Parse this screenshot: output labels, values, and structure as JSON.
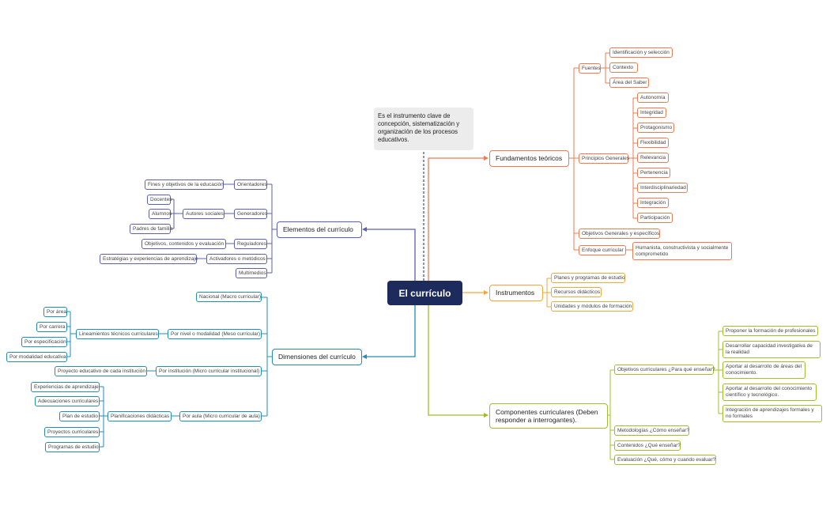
{
  "central": {
    "title": "El currículo"
  },
  "note": {
    "text": "Es el instrumento clave de concepción, sistematización y organización de los procesos educativos."
  },
  "colors": {
    "fundamentos": "#ee7a50",
    "instrumentos": "#f4a639",
    "componentes": "#9fbf2a",
    "elementos": "#5b5fb5",
    "dimensiones": "#1f8fb5",
    "root": "#1d2a5c"
  },
  "fundamentos": {
    "title": "Fundamentos teóricos",
    "fuentes": {
      "label": "Fuentes",
      "items": [
        "Identificación y selección",
        "Contexto",
        "Área del Saber"
      ]
    },
    "principios": {
      "label": "Principios Generales",
      "items": [
        "Autonomía",
        "Integridad",
        "Protagonismo",
        "Flexibilidad",
        "Relevancia",
        "Pertenencia",
        "Interdisciplinariedad",
        "Integración",
        "Participación"
      ]
    },
    "objetivos": {
      "label": "Objetivos Generales y específicos"
    },
    "enfoque": {
      "label": "Enfoque curricular",
      "item": "Humanista, constructivista y socialmente comprometido"
    }
  },
  "instrumentos": {
    "title": "Instrumentos",
    "items": [
      "Planes y programas de estudio",
      "Recursos didácticos",
      "Unidades y módulos de formación"
    ]
  },
  "componentes": {
    "title": "Componentes curriculares (Deben responder a interrogantes).",
    "objetivos": {
      "label": "Objetivos curriculares ¿Para qué enseñar?",
      "items": [
        "Proponer la formación de profesionales",
        "Desarrollar capacidad investigativa de la realidad",
        "Aportar al desarrollo de áreas del conocimiento.",
        "Aportar al desarrollo del conocimiento científico y tecnológico.",
        "Integración de aprendizajes formales y no formales"
      ]
    },
    "metodologias": "Metodologías ¿Cómo enseñar?",
    "contenidos": "Contenidos ¿Qué enseñar?",
    "evaluacion": "Evaluación ¿Qué, cómo y cuando evaluar?"
  },
  "elementos": {
    "title": "Elementos del currículo",
    "orientadores": {
      "label": "Orientadores",
      "item": "Fines y objetivos de la educación"
    },
    "generadores": {
      "label": "Generadores",
      "sub": "Autores sociales",
      "items": [
        "Docentes",
        "Alumnos",
        "Padres de familia"
      ]
    },
    "reguladores": {
      "label": "Reguladores",
      "item": "Objetivos, contenidos y evaluación"
    },
    "activadores": {
      "label": "Activadores o metódicos",
      "item": "Estratégias y experiencias de aprendizaje"
    },
    "multimedios": {
      "label": "Multimedios"
    }
  },
  "dimensiones": {
    "title": "Dimensiones del currículo",
    "nacional": "Nacional (Macro curricular)",
    "nivel": {
      "label": "Por nivel o modalidad (Meso curricular)",
      "sub": "Lineamientos técnicos curriculares",
      "items": [
        "Por área",
        "Por carrera",
        "Por especificación",
        "Por modalidad educativa"
      ]
    },
    "institucion": {
      "label": "Por institución (Micro curricular institucional)",
      "item": "Proyecto educativo de cada institución"
    },
    "aula": {
      "label": "Por aula (Micro curricular de aula)",
      "sub": "Planificaciones didácticas",
      "items": [
        "Experiencias de aprendizaje",
        "Adecuaciones curriculares",
        "Plan de estudio",
        "Proyectos curriculares",
        "Programas de estudio"
      ]
    }
  }
}
